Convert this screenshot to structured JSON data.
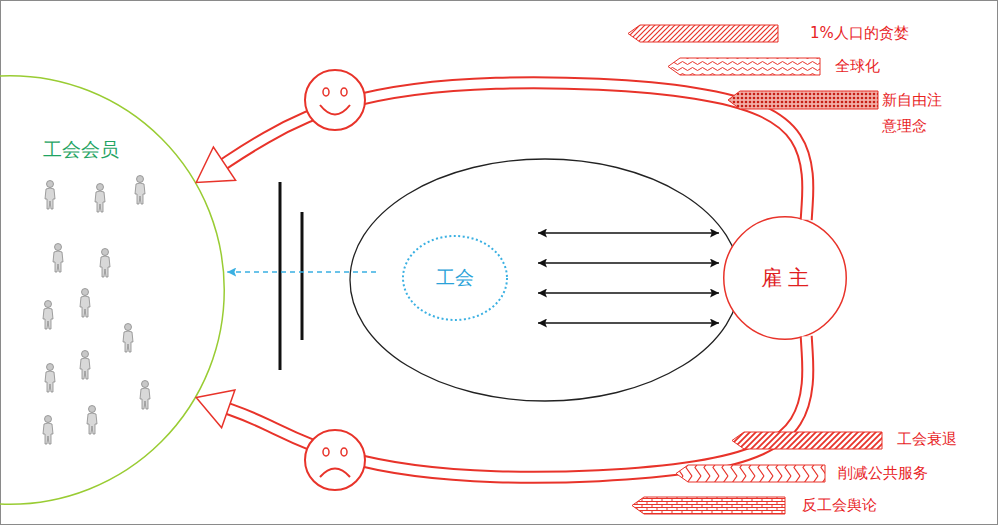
{
  "diagram": {
    "nodes": [
      {
        "text": [
          "工会会员"
        ]
      },
      {
        "text": [
          "工会"
        ]
      },
      {
        "text": [
          "雇 主"
        ]
      }
    ],
    "edges": [
      {
        "from": 1,
        "to": 2,
        "arrow": "both"
      },
      {
        "from": 1,
        "to": 2,
        "arrow": "both"
      },
      {
        "from": 1,
        "to": 2,
        "arrow": "both"
      },
      {
        "from": 1,
        "to": 2,
        "arrow": "both"
      },
      {
        "from": 1,
        "to": 0,
        "arrow": "to"
      },
      {
        "from": 2,
        "to": 0,
        "arrow": "to"
      },
      {
        "from": 2,
        "to": 0,
        "arrow": "to"
      }
    ],
    "labels": [
      "1%人口的贪婪",
      "全球化",
      "新自由注 意理念",
      "工会衰退",
      "削减公共服务",
      "反工会舆论"
    ]
  }
}
